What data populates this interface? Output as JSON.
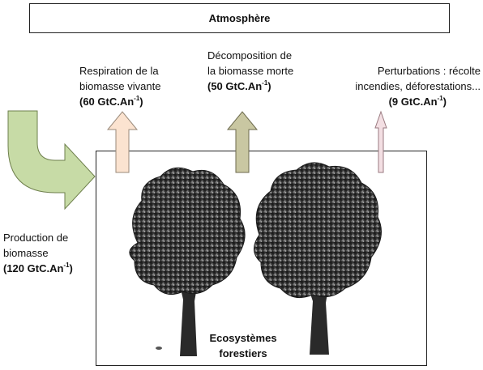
{
  "atmosphere": {
    "label": "Atmosphère"
  },
  "ecosystem": {
    "line1": "Ecosystèmes",
    "line2": "forestiers"
  },
  "production": {
    "line1": "Production de",
    "line2": "biomasse",
    "value": "(120 GtC.An",
    "exp": "-1",
    "close": ")",
    "color": "#c7dba6"
  },
  "respiration": {
    "line1": "Respiration de la",
    "line2": "biomasse vivante",
    "value": "(60 GtC.An",
    "exp": "-1",
    "close": ")",
    "color": "#fbe3d0"
  },
  "decomposition": {
    "line1": "Décomposition de",
    "line2": "la biomasse morte",
    "value": "(50 GtC.An",
    "exp": "-1",
    "close": ")",
    "color": "#c9c7a2"
  },
  "perturbations": {
    "line1": "Perturbations : récolte",
    "line2": "incendies, déforestations...",
    "value": "(9 GtC.An",
    "exp": "-1",
    "close": ")",
    "color": "#f3dfe3"
  }
}
